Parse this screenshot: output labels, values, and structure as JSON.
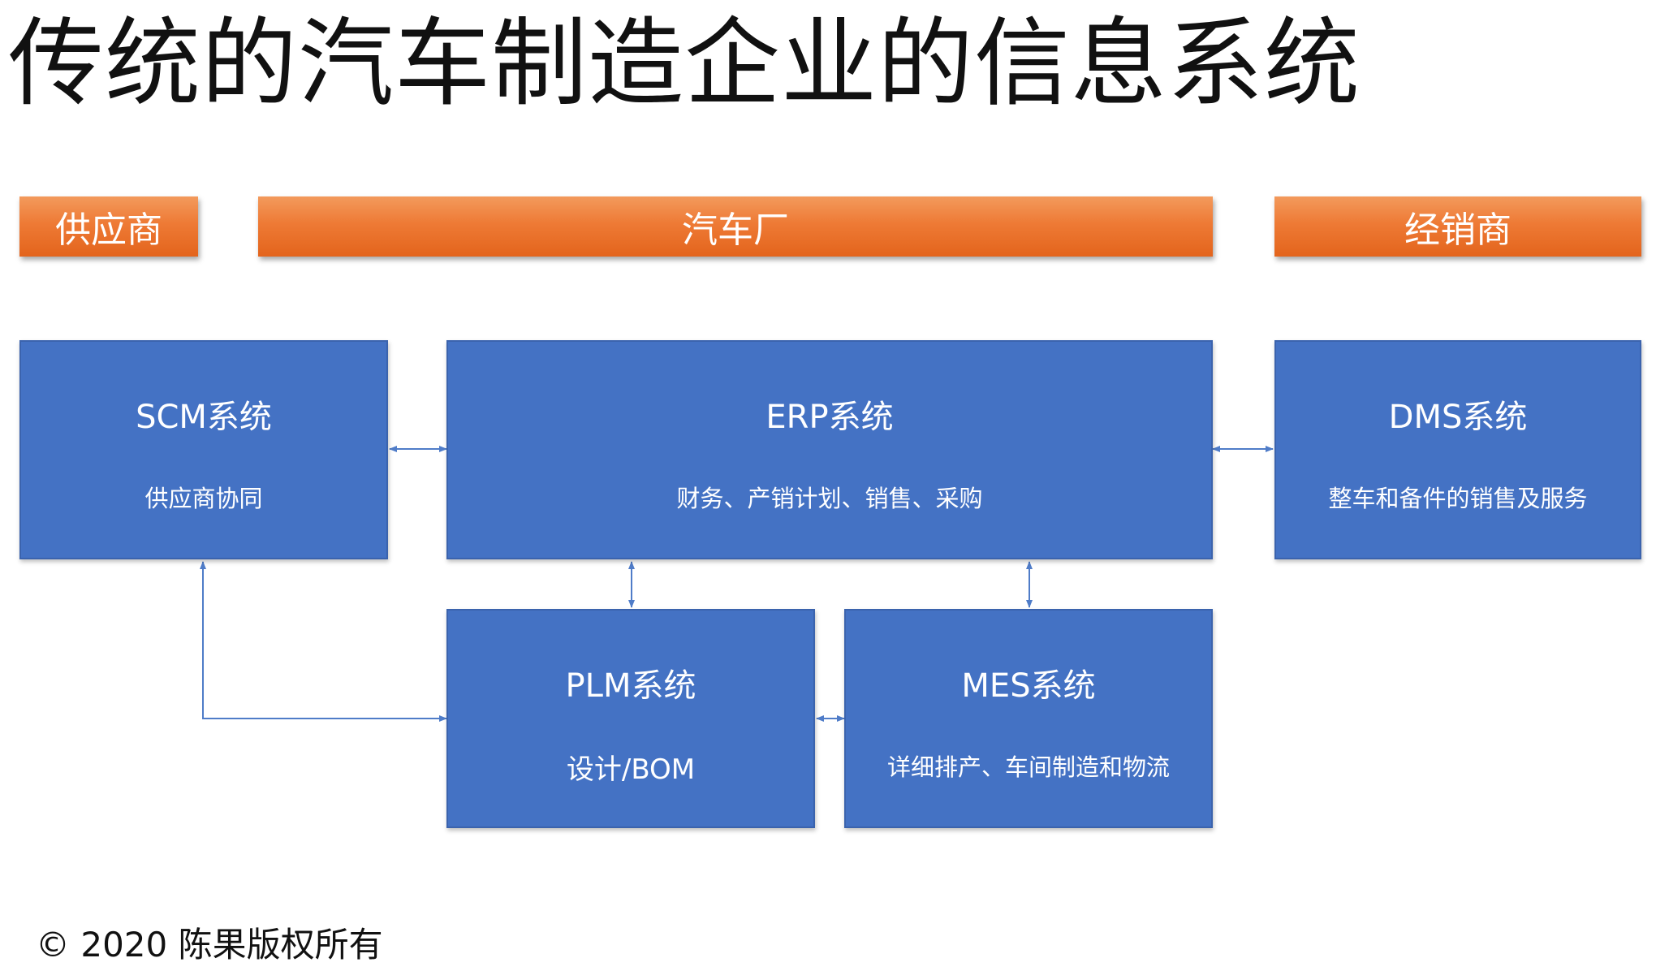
{
  "title": "传统的汽车制造企业的信息系统",
  "bands": {
    "supplier": "供应商",
    "automaker": "汽车厂",
    "dealer": "经销商"
  },
  "systems": {
    "scm": {
      "name": "SCM系统",
      "desc": "供应商协同"
    },
    "erp": {
      "name": "ERP系统",
      "desc": "财务、产销计划、销售、采购"
    },
    "dms": {
      "name": "DMS系统",
      "desc": "整车和备件的销售及服务"
    },
    "plm": {
      "name": "PLM系统",
      "desc": "设计/BOM"
    },
    "mes": {
      "name": "MES系统",
      "desc": "详细排产、车间制造和物流"
    }
  },
  "colors": {
    "band_orange": "#ee7a35",
    "box_blue": "#4472c4",
    "connector": "#4f7cc8"
  },
  "footer": {
    "copyright": "© 2020 陈果版权所有"
  }
}
